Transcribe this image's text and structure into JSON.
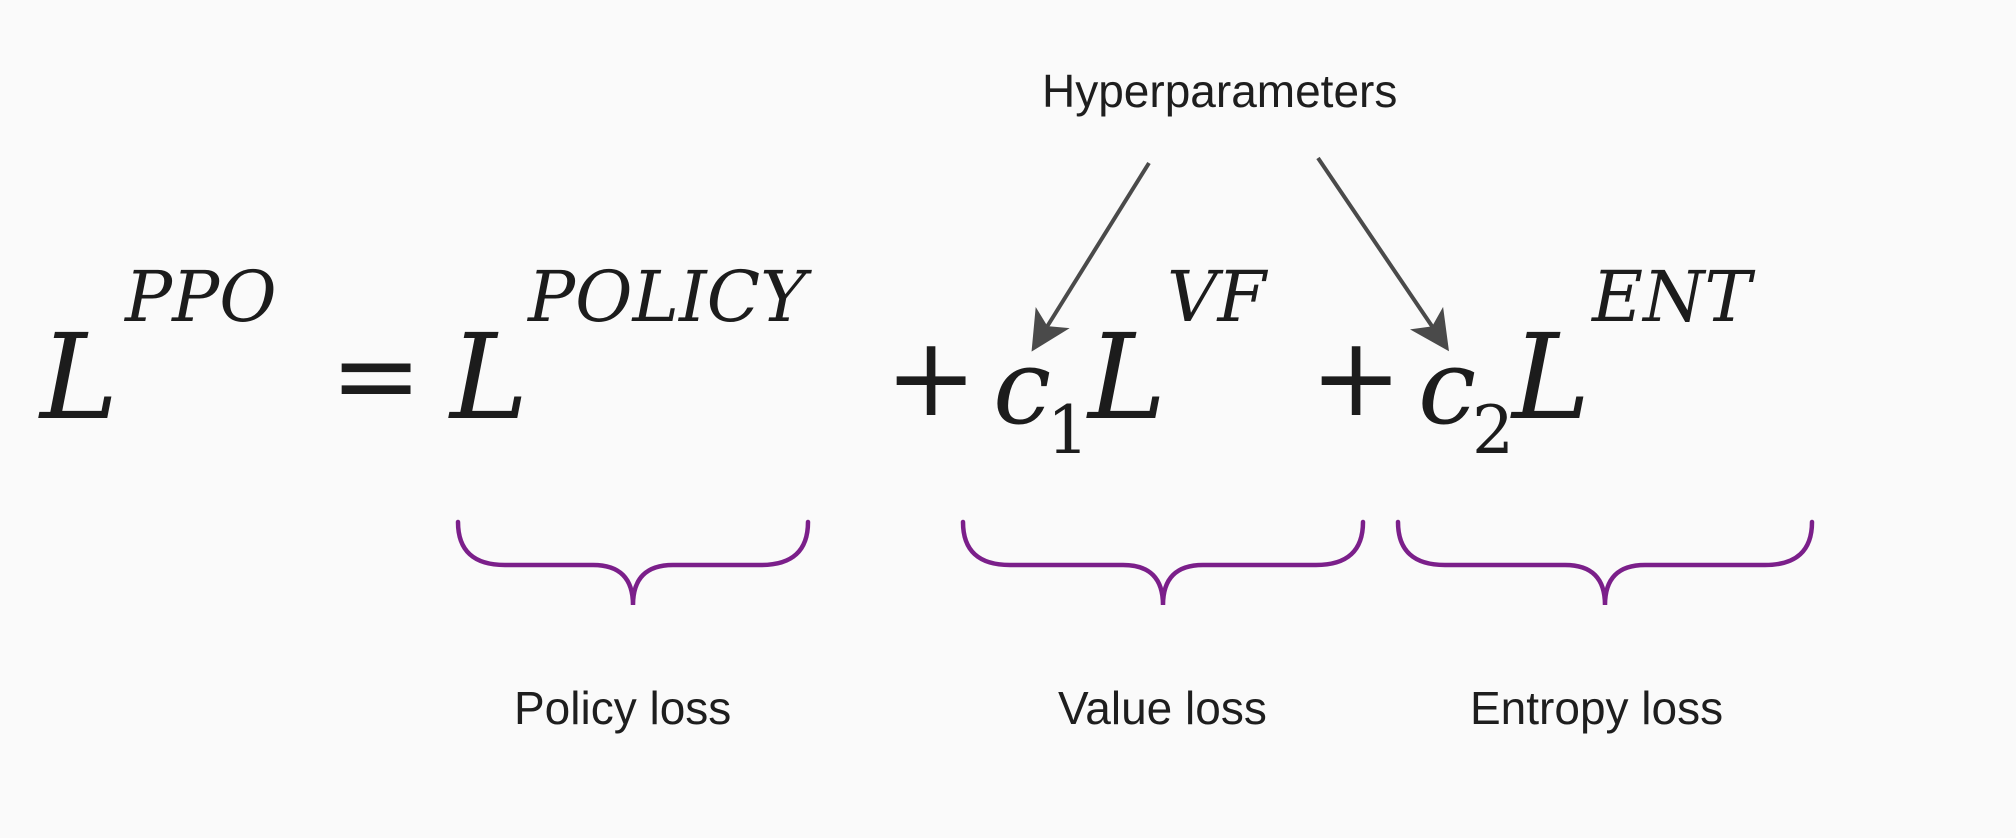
{
  "annotation": {
    "hyperparameters": "Hyperparameters"
  },
  "equation": {
    "lhs_symbol": "L",
    "lhs_superscript": "PPO",
    "equals": "=",
    "policy_symbol": "L",
    "policy_superscript": "POLICY",
    "plus_1": "+",
    "c1_symbol": "c",
    "c1_subscript": "1",
    "vf_symbol": "L",
    "vf_superscript": "VF",
    "plus_2": "+",
    "c2_symbol": "c",
    "c2_subscript": "2",
    "ent_symbol": "L",
    "ent_superscript": "ENT"
  },
  "labels": {
    "policy": "Policy loss",
    "value": "Value loss",
    "entropy": "Entropy loss"
  },
  "colors": {
    "brace": "#7b1f8a",
    "arrow": "#4a4a4a",
    "text": "#1c1c1c",
    "background": "#fafafa"
  }
}
